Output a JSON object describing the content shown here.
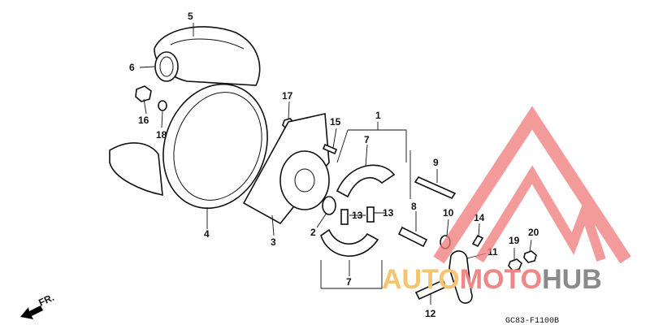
{
  "diagram": {
    "labels": {
      "p1": "1",
      "p2": "2",
      "p3": "3",
      "p4": "4",
      "p5": "5",
      "p6": "6",
      "p7a": "7",
      "p7b": "7",
      "p8": "8",
      "p9": "9",
      "p10": "10",
      "p11": "11",
      "p12": "12",
      "p13a": "13",
      "p13b": "13",
      "p14": "14",
      "p15": "15",
      "p16": "16",
      "p17": "17",
      "p18": "18",
      "p19": "19",
      "p20": "20"
    },
    "direction_label": "FR.",
    "drawing_code": "GC83-F1100B"
  },
  "watermark": {
    "part1": "AUTO",
    "part2": "MOTO",
    "part3": "HUB",
    "colors": {
      "auto": "#f6c46e",
      "moto": "#f08686",
      "hub": "#8a8a8a",
      "triangle": "#f07a7a"
    }
  }
}
